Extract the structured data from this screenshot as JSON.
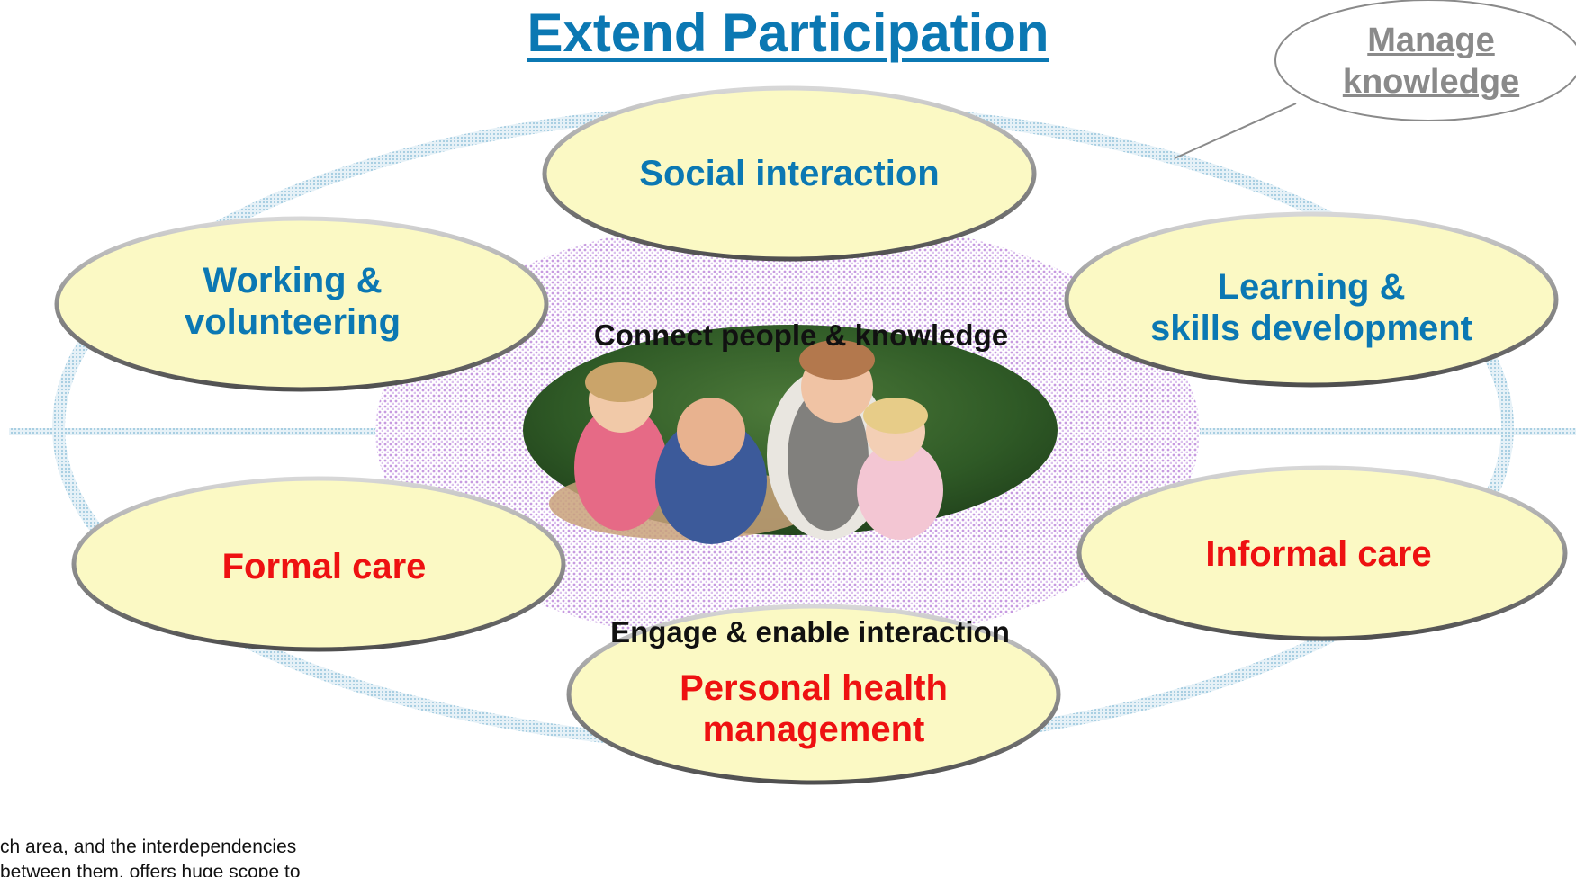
{
  "title": "Extend Participation",
  "manage_knowledge": {
    "line1": "Manage",
    "line2": "knowledge"
  },
  "center": {
    "top_text": "Connect people & knowledge",
    "bottom_text": "Engage & enable interaction"
  },
  "nodes": {
    "social": {
      "label": "Social interaction"
    },
    "working": {
      "line1": "Working &",
      "line2": "volunteering"
    },
    "learning": {
      "line1": "Learning &",
      "line2": "skills development"
    },
    "formal_care": {
      "label": "Formal care"
    },
    "informal_care": {
      "label": "Informal care"
    },
    "health": {
      "line1": "Personal health",
      "line2": "management"
    }
  },
  "footer": {
    "line1": "ch area, and the interdependencies",
    "line2": "between them, offers huge scope to"
  },
  "colors": {
    "blue_text": "#0b78b3",
    "red_text": "#ee1111",
    "node_fill": "#fbf9c4",
    "ring": "#cfe4ef",
    "center_dots": "#d9b8ec"
  }
}
